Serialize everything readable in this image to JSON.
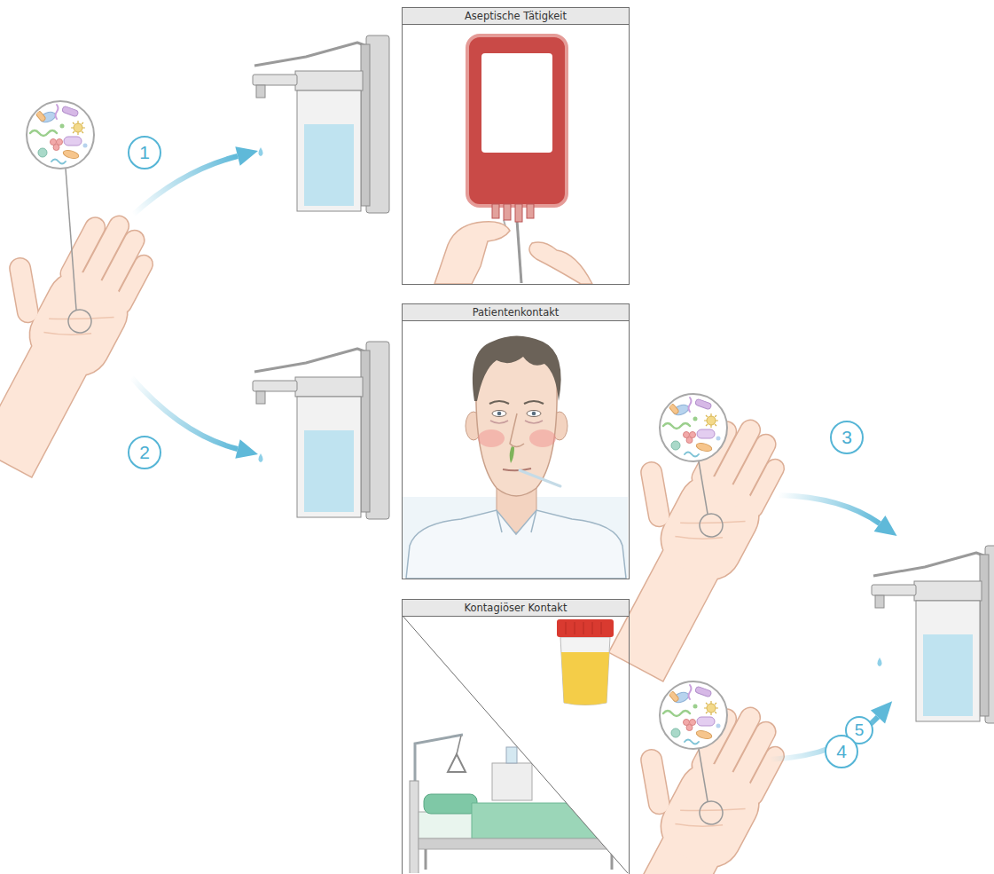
{
  "diagram": {
    "nodes": [
      {
        "text": [
          "Aseptische Tätigkeit"
        ]
      },
      {
        "text": [
          "Patientenkontakt"
        ]
      },
      {
        "text": [
          "Kontagiöser Kontakt"
        ]
      }
    ],
    "labels": [
      "1",
      "2",
      "3",
      "4",
      "5"
    ]
  }
}
